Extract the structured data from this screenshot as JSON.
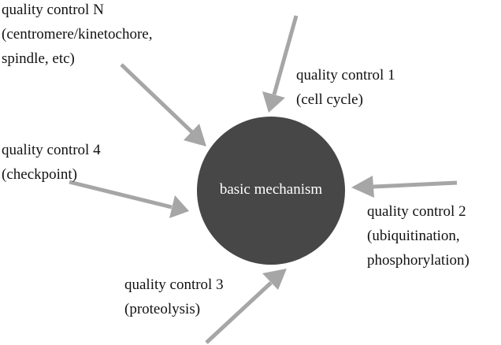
{
  "diagram": {
    "center": {
      "label": "basic mechanism",
      "fill_color": "#474747",
      "text_color": "#ffffff"
    },
    "arrow_color": "#a6a6a6",
    "controls": [
      {
        "id": "n",
        "title": "quality control N",
        "lines": [
          "(centromere/kinetochore,",
          "spindle, etc)"
        ]
      },
      {
        "id": "1",
        "title": "quality control 1",
        "lines": [
          "(cell cycle)"
        ]
      },
      {
        "id": "4",
        "title": "quality control 4",
        "lines": [
          "(checkpoint)"
        ]
      },
      {
        "id": "2",
        "title": "quality control 2",
        "lines": [
          "(ubiquitination,",
          "phosphorylation)"
        ]
      },
      {
        "id": "3",
        "title": "quality control 3",
        "lines": [
          "(proteolysis)"
        ]
      }
    ]
  }
}
